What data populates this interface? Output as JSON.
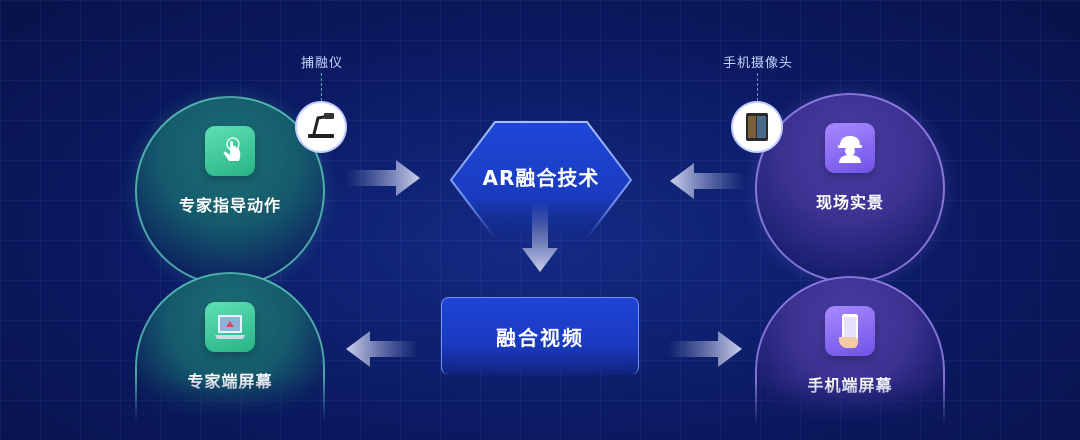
{
  "nodes": {
    "expert_action": {
      "label": "专家指导动作",
      "callout": "捕融仪",
      "icon": "hand-touch-icon"
    },
    "site_scene": {
      "label": "现场实景",
      "callout": "手机摄像头",
      "icon": "worker-helmet-icon"
    },
    "expert_screen": {
      "label": "专家端屏幕",
      "icon": "laptop-icon"
    },
    "phone_screen": {
      "label": "手机端屏幕",
      "icon": "phone-hand-icon"
    }
  },
  "center": {
    "ar_tech": "AR融合技术",
    "fusion_video": "融合视频"
  },
  "colors": {
    "background": "#0a1654",
    "green_accent": "#3fcf9f",
    "purple_accent": "#8a6cf5",
    "center_blue": "#1f44d6"
  }
}
